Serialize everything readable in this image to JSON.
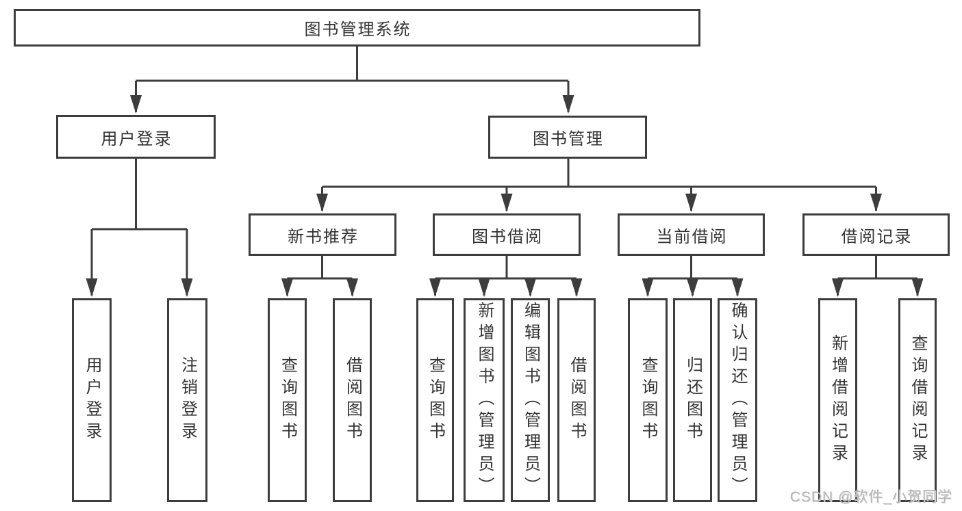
{
  "diagram": {
    "root": {
      "label": "图书管理系统"
    },
    "branches": [
      {
        "label": "用户登录",
        "children": [
          {
            "label": "用户登录"
          },
          {
            "label": "注销登录"
          }
        ]
      },
      {
        "label": "图书管理",
        "children": [
          {
            "label": "新书推荐",
            "children": [
              {
                "label": "查询图书"
              },
              {
                "label": "借阅图书"
              }
            ]
          },
          {
            "label": "图书借阅",
            "children": [
              {
                "label": "查询图书"
              },
              {
                "label": "新增图书（管理员）"
              },
              {
                "label": "编辑图书（管理员）"
              },
              {
                "label": "借阅图书"
              }
            ]
          },
          {
            "label": "当前借阅",
            "children": [
              {
                "label": "查询图书"
              },
              {
                "label": "归还图书"
              },
              {
                "label": "确认归还（管理员）"
              }
            ]
          },
          {
            "label": "借阅记录",
            "children": [
              {
                "label": "新增借阅记录"
              },
              {
                "label": "查询借阅记录"
              }
            ]
          }
        ]
      }
    ]
  },
  "watermark": {
    "text": "CSDN @软件_小贺同学"
  },
  "colors": {
    "line": "#3d3d3d",
    "box_border": "#3d3d3d",
    "text": "#333333",
    "watermark": "#b5b5b5",
    "background": "#ffffff"
  }
}
